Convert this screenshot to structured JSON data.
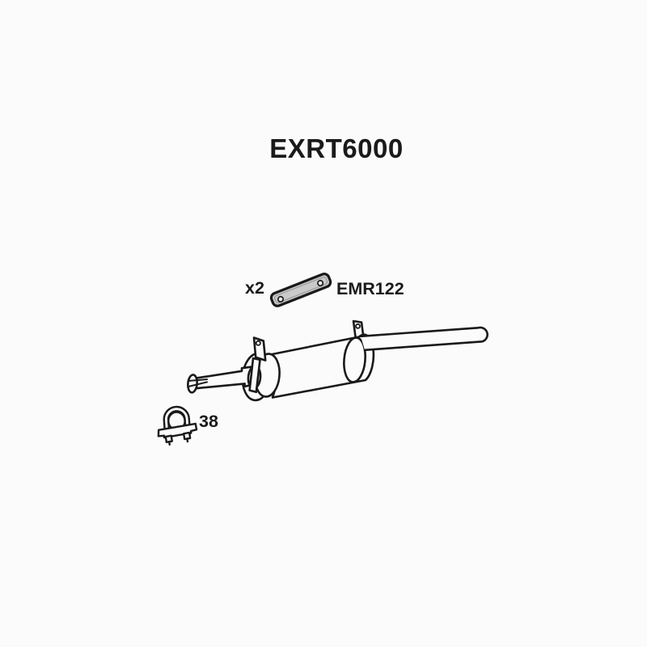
{
  "page": {
    "background_color": "#fbfbfb",
    "ink_color": "#1a1a1a"
  },
  "header": {
    "title": "EXRT6000"
  },
  "parts": {
    "mounting_strap": {
      "quantity_label": "x2",
      "part_number": "EMR122",
      "fill_color": "#c9c9c9"
    },
    "clamp": {
      "size_label": "38"
    },
    "silencer": {
      "icon": "exhaust-silencer-drawing"
    }
  }
}
